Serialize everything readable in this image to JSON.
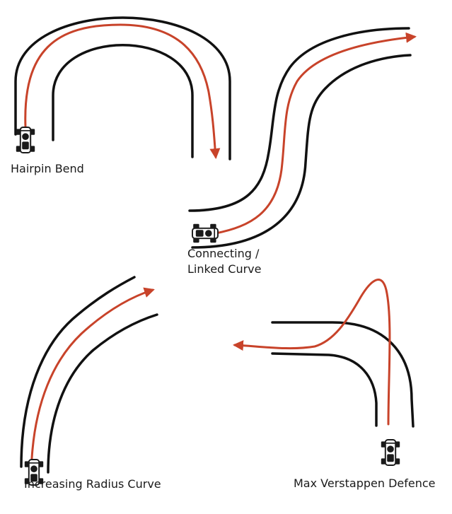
{
  "colors": {
    "track": "#111111",
    "racing_line": "#c8432a",
    "kart": "#1a1a1a",
    "background": "#ffffff"
  },
  "diagrams": [
    {
      "id": "hairpin",
      "label_lines": [
        "Hairpin Bend"
      ]
    },
    {
      "id": "connecting",
      "label_lines": [
        "Connecting /",
        "Linked Curve"
      ]
    },
    {
      "id": "increasing",
      "label_lines": [
        "Increasing Radius Curve"
      ]
    },
    {
      "id": "max",
      "label_lines": [
        "Max Verstappen Defence"
      ]
    }
  ],
  "icons": [
    "kart-icon",
    "arrowhead-icon"
  ]
}
